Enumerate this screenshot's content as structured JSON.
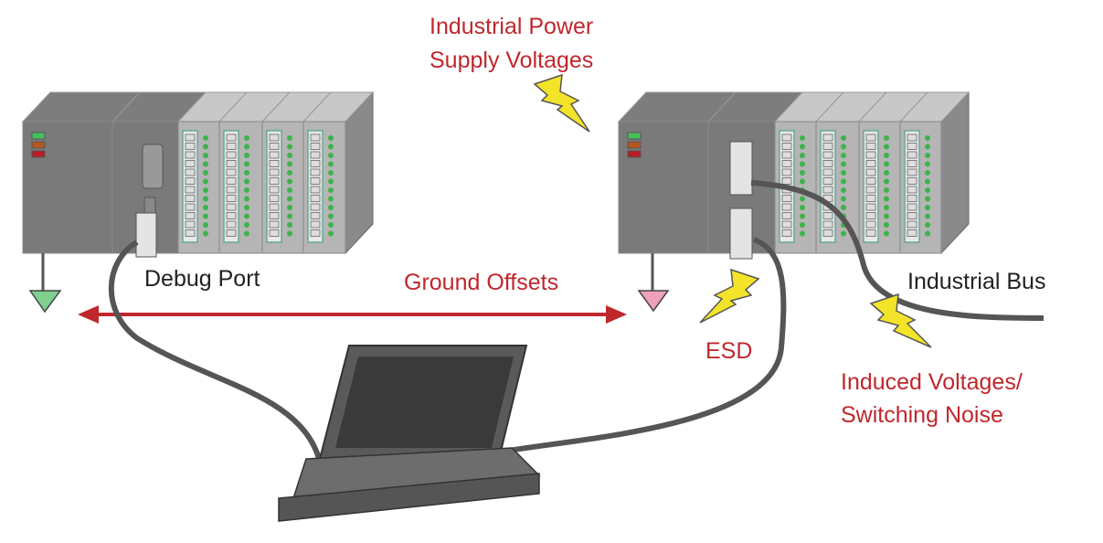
{
  "labels": {
    "power_line1": "Industrial Power",
    "power_line2": "Supply Voltages",
    "debug_port": "Debug Port",
    "ground_offsets": "Ground Offsets",
    "industrial_bus": "Industrial Bus",
    "esd": "ESD",
    "induced_line1": "Induced Voltages/",
    "induced_line2": "Switching Noise"
  },
  "colors": {
    "accent_red": "#c0272d",
    "bolt": "#f3e42a",
    "ground_left": "#7fcf8f",
    "ground_right": "#f0a0b8",
    "led_green": "#3cb44b"
  }
}
